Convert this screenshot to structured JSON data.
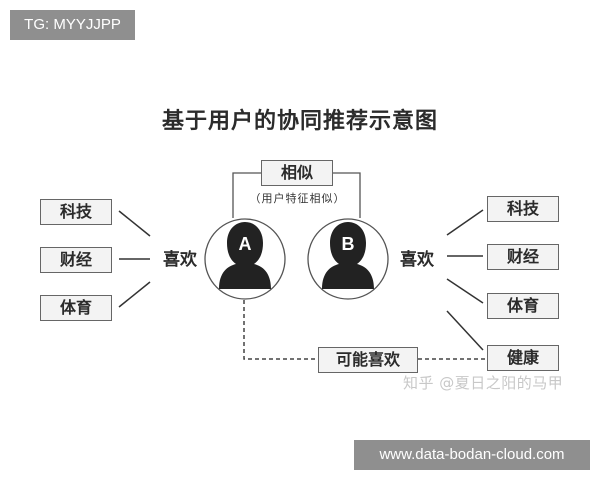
{
  "tag_top": "TG: MYYJJPP",
  "title": "基于用户的协同推荐示意图",
  "similar": {
    "label": "相似",
    "sublabel": "（用户特征相似）"
  },
  "user_a": {
    "letter": "A",
    "likes_label": "喜欢",
    "items": [
      "科技",
      "财经",
      "体育"
    ]
  },
  "user_b": {
    "letter": "B",
    "likes_label": "喜欢",
    "items": [
      "科技",
      "财经",
      "体育",
      "健康"
    ]
  },
  "recommend_label": "可能喜欢",
  "watermark": "知乎 @夏日之阳的马甲",
  "url_tag": "www.data-bodan-cloud.com"
}
